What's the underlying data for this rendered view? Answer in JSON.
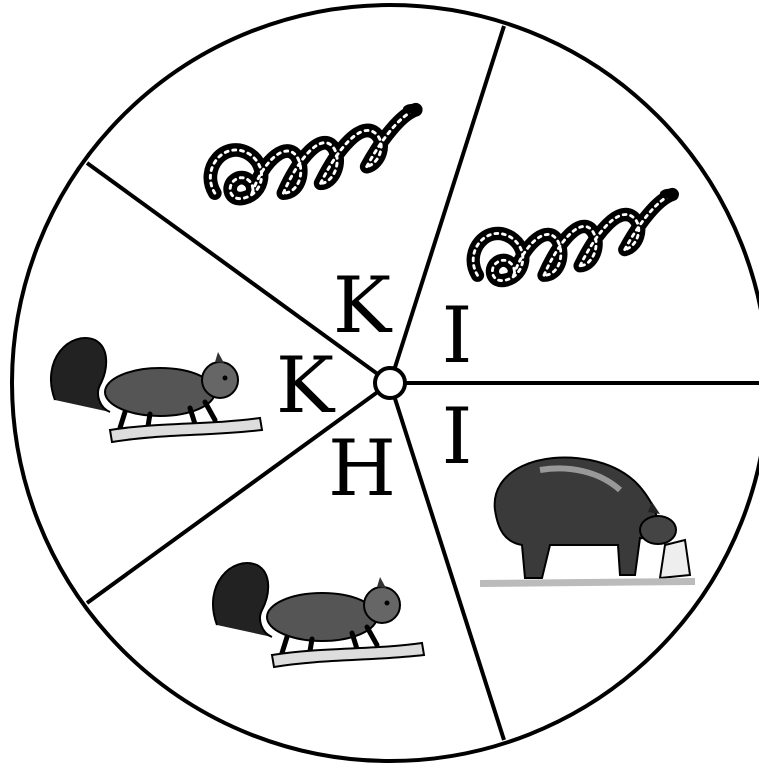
{
  "wheel": {
    "center_label": "",
    "segments": [
      {
        "letter": "K",
        "icon": "snake-icon"
      },
      {
        "letter": "I",
        "icon": "snake-icon"
      },
      {
        "letter": "I",
        "icon": "bear-icon"
      },
      {
        "letter": "H",
        "icon": "squirrel-icon"
      },
      {
        "letter": "K",
        "icon": "squirrel-icon"
      }
    ],
    "colors": {
      "line": "#000000",
      "background": "#ffffff"
    }
  }
}
